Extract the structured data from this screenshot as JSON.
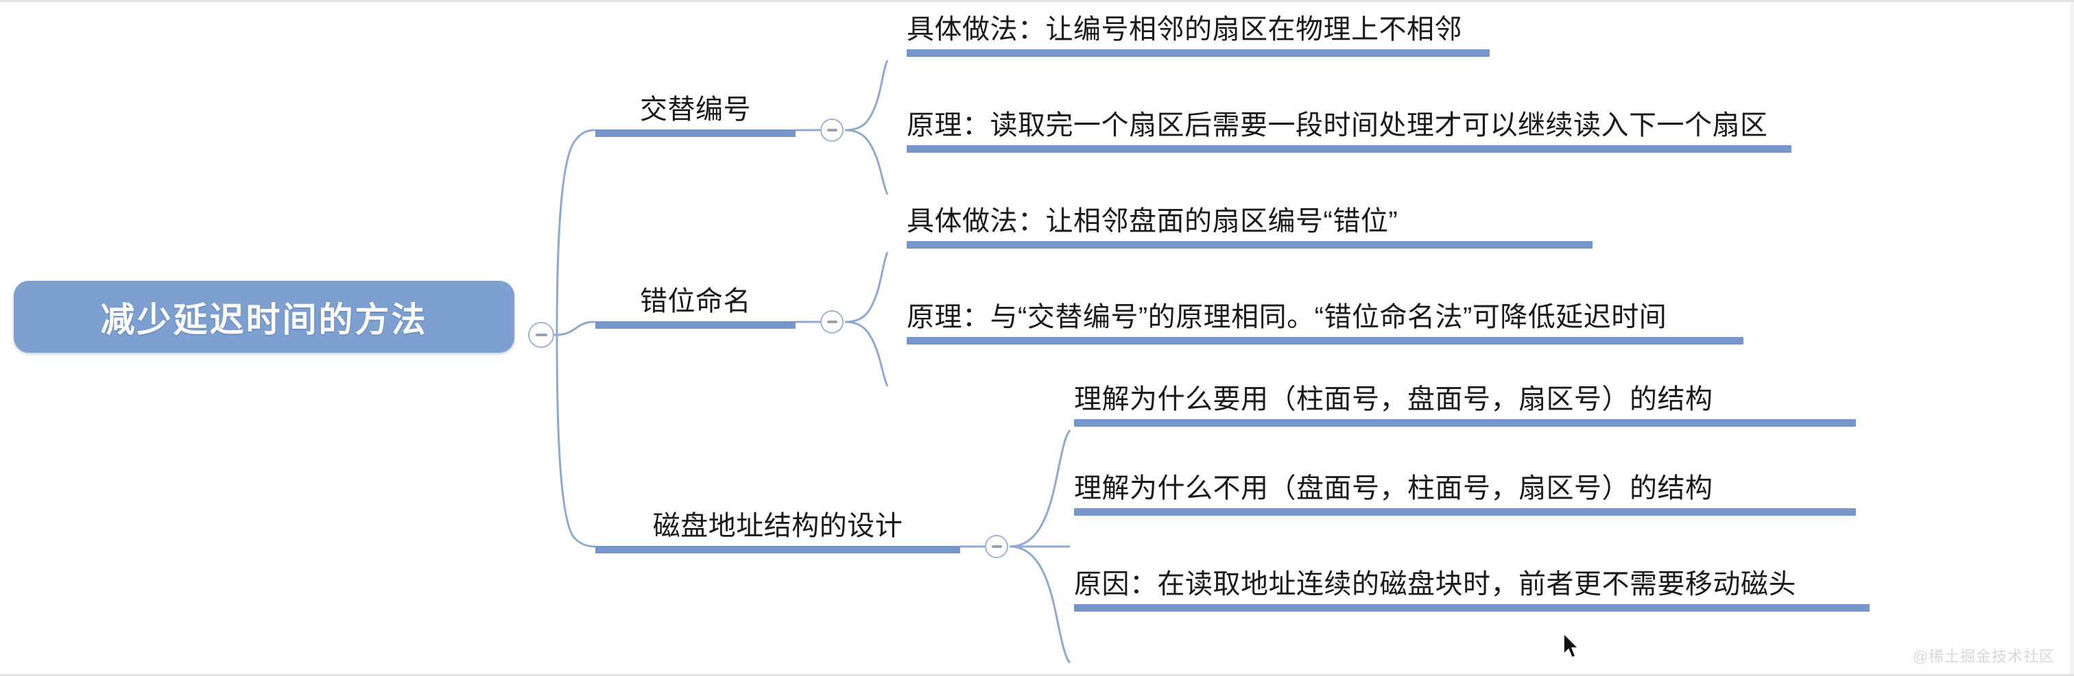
{
  "document": {
    "watermark": "@稀土掘金技术社区",
    "accent_color": "#7596c9",
    "root_fill": "#7da0d0",
    "text_color": "#1a1a1a",
    "connector_color": "#8fa9cf"
  },
  "mindmap": {
    "root": {
      "label": "减少延迟时间的方法",
      "toggle_state": "expanded",
      "toggle_glyph": "minus"
    },
    "branches": [
      {
        "label": "交替编号",
        "toggle_state": "expanded",
        "toggle_glyph": "minus",
        "children": [
          {
            "label": "具体做法：让编号相邻的扇区在物理上不相邻"
          },
          {
            "label": "原理：读取完一个扇区后需要一段时间处理才可以继续读入下一个扇区"
          }
        ]
      },
      {
        "label": "错位命名",
        "toggle_state": "expanded",
        "toggle_glyph": "minus",
        "children": [
          {
            "label": "具体做法：让相邻盘面的扇区编号“错位”"
          },
          {
            "label": "原理：与“交替编号”的原理相同。“错位命名法”可降低延迟时间"
          }
        ]
      },
      {
        "label": "磁盘地址结构的设计",
        "toggle_state": "expanded",
        "toggle_glyph": "minus",
        "children": [
          {
            "label": "理解为什么要用（柱面号，盘面号，扇区号）的结构"
          },
          {
            "label": "理解为什么不用（盘面号，柱面号，扇区号）的结构"
          },
          {
            "label": "原因：在读取地址连续的磁盘块时，前者更不需要移动磁头"
          }
        ]
      }
    ]
  }
}
